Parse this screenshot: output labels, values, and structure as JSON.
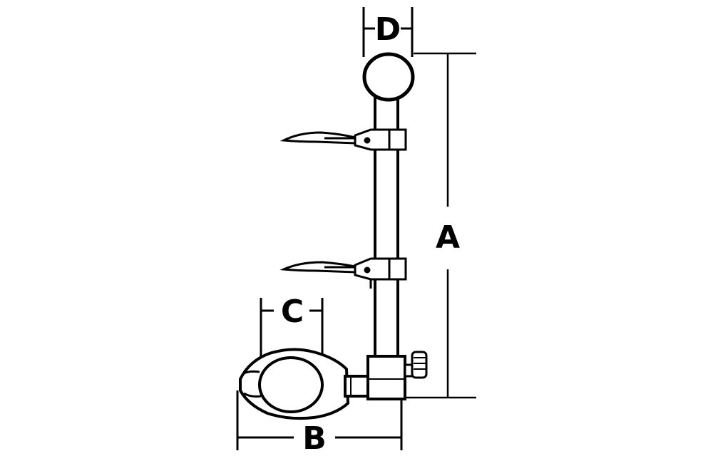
{
  "labels": {
    "a": "A",
    "b": "B",
    "c": "C",
    "d": "D"
  },
  "colors": {
    "ink": "#000000",
    "paper": "#ffffff",
    "fill_light": "#ffffff"
  }
}
